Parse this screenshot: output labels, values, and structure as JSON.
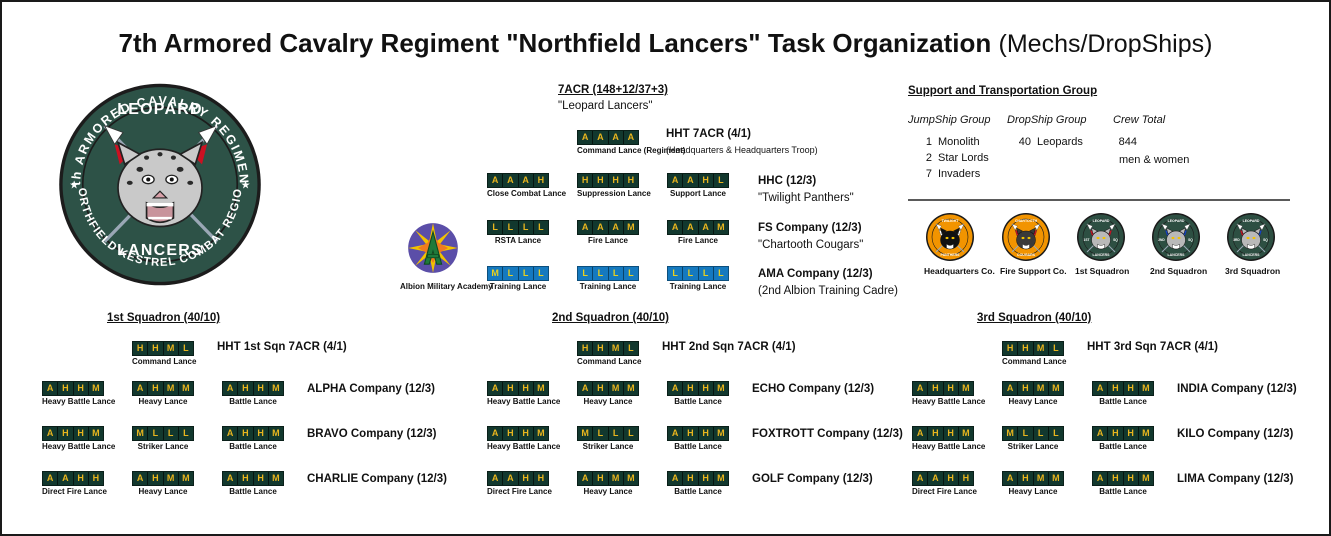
{
  "title": {
    "main": "7th Armored Cavalry Regiment \"Northfield Lancers\" Task Organization",
    "suffix": "(Mechs/DropShips)"
  },
  "emblem": {
    "top_arc": "7th ARMORED CAVALRY REGIMENT",
    "bottom_arc": "NORTHFIELD KESTREL COMBAT REGION",
    "upper_text": "LEOPARD",
    "lower_text": "LANCERS"
  },
  "regiment": {
    "header": "7ACR (148+12/37+3)",
    "nickname": "\"Leopard Lancers\"",
    "command_lance": {
      "letters": [
        "A",
        "A",
        "A",
        "A"
      ],
      "caption": "Command Lance (Regiment)",
      "type": "mech"
    },
    "hht_name": "HHT 7ACR (4/1)",
    "hht_sub": "(Headquarters & Headquarters Troop)",
    "rows": [
      {
        "lances": [
          {
            "letters": [
              "A",
              "A",
              "A",
              "H"
            ],
            "caption": "Close Combat Lance",
            "type": "mech"
          },
          {
            "letters": [
              "H",
              "H",
              "H",
              "H"
            ],
            "caption": "Suppression Lance",
            "type": "mech"
          },
          {
            "letters": [
              "A",
              "A",
              "H",
              "L"
            ],
            "caption": "Support Lance",
            "type": "mech"
          }
        ],
        "unit_name": "HHC (12/3)",
        "unit_sub": "\"Twilight Panthers\""
      },
      {
        "lances": [
          {
            "letters": [
              "L",
              "L",
              "L",
              "L"
            ],
            "caption": "RSTA Lance",
            "type": "mech"
          },
          {
            "letters": [
              "A",
              "A",
              "A",
              "M"
            ],
            "caption": "Fire Lance",
            "type": "mech"
          },
          {
            "letters": [
              "A",
              "A",
              "A",
              "M"
            ],
            "caption": "Fire Lance",
            "type": "mech"
          }
        ],
        "unit_name": "FS Company (12/3)",
        "unit_sub": "\"Chartooth Cougars\""
      },
      {
        "lances": [
          {
            "letters": [
              "M",
              "L",
              "L",
              "L"
            ],
            "caption": "Training Lance",
            "type": "training"
          },
          {
            "letters": [
              "L",
              "L",
              "L",
              "L"
            ],
            "caption": "Training Lance",
            "type": "training"
          },
          {
            "letters": [
              "L",
              "L",
              "L",
              "L"
            ],
            "caption": "Training Lance",
            "type": "training"
          }
        ],
        "unit_name": "AMA Company (12/3)",
        "unit_sub": "(2nd Albion Training Cadre)"
      }
    ]
  },
  "academy": {
    "label": "Albion Military Academy"
  },
  "support": {
    "header": "Support and Transportation Group",
    "columns": [
      {
        "title": "JumpShip Group",
        "rows": [
          {
            "count": "1",
            "name": "Monolith"
          },
          {
            "count": "2",
            "name": "Star Lords"
          },
          {
            "count": "7",
            "name": "Invaders"
          }
        ]
      },
      {
        "title": "DropShip Group",
        "rows": [
          {
            "count": "40",
            "name": "Leopards"
          }
        ]
      },
      {
        "title": "Crew Total",
        "rows": [
          {
            "count": "844",
            "name": "men & women"
          }
        ]
      }
    ]
  },
  "badges": [
    {
      "label": "Headquarters Co.",
      "style": "orange",
      "top": "TWILIGHT",
      "bottom": "PANTHERS",
      "body": "#111111",
      "ring": "#F29400",
      "pennant_left": "#ffffff",
      "pennant_right": "#ffffff"
    },
    {
      "label": "Fire Support Co.",
      "style": "orange",
      "top": "CHARTOOTH",
      "bottom": "COUGARS",
      "body": "#3a3a3a",
      "ring": "#F29400",
      "pennant_left": "#cc1122",
      "pennant_right": "#cc1122"
    },
    {
      "label": "1st Squadron",
      "style": "green",
      "top": "LEOPARD",
      "bottom": "LANCERS",
      "left_tag": "1ST",
      "right_tag": "SQ",
      "body": "#b9b9b9",
      "ring": "#2d4f42",
      "pennant_left": "#cc1122",
      "pennant_right": "#cc1122"
    },
    {
      "label": "2nd Squadron",
      "style": "green",
      "top": "LEOPARD",
      "bottom": "LANCERS",
      "left_tag": "2ND",
      "right_tag": "SQ",
      "body": "#b9b9b9",
      "ring": "#2d4f42",
      "pennant_left": "#1144cc",
      "pennant_right": "#1144cc"
    },
    {
      "label": "3rd Squadron",
      "style": "green",
      "top": "LEOPARD",
      "bottom": "LANCERS",
      "left_tag": "3RD",
      "right_tag": "SQ",
      "body": "#b9b9b9",
      "ring": "#2d4f42",
      "pennant_left": "#cc1122",
      "pennant_right": "#1144cc"
    }
  ],
  "squadrons": [
    {
      "header": "1st Squadron (40/10)",
      "command": {
        "letters": [
          "H",
          "H",
          "M",
          "L"
        ],
        "caption": "Command Lance",
        "type": "mech"
      },
      "hht_name": "HHT 1st Sqn 7ACR (4/1)",
      "rows": [
        {
          "lances": [
            {
              "letters": [
                "A",
                "H",
                "H",
                "M"
              ],
              "caption": "Heavy Battle Lance",
              "type": "mech"
            },
            {
              "letters": [
                "A",
                "H",
                "M",
                "M"
              ],
              "caption": "Heavy Lance",
              "type": "mech"
            },
            {
              "letters": [
                "A",
                "H",
                "H",
                "M"
              ],
              "caption": "Battle Lance",
              "type": "mech"
            }
          ],
          "unit_name": "ALPHA Company (12/3)"
        },
        {
          "lances": [
            {
              "letters": [
                "A",
                "H",
                "H",
                "M"
              ],
              "caption": "Heavy Battle Lance",
              "type": "mech"
            },
            {
              "letters": [
                "M",
                "L",
                "L",
                "L"
              ],
              "caption": "Striker Lance",
              "type": "mech"
            },
            {
              "letters": [
                "A",
                "H",
                "H",
                "M"
              ],
              "caption": "Battle Lance",
              "type": "mech"
            }
          ],
          "unit_name": "BRAVO Company (12/3)"
        },
        {
          "lances": [
            {
              "letters": [
                "A",
                "A",
                "H",
                "H"
              ],
              "caption": "Direct Fire Lance",
              "type": "mech"
            },
            {
              "letters": [
                "A",
                "H",
                "M",
                "M"
              ],
              "caption": "Heavy Lance",
              "type": "mech"
            },
            {
              "letters": [
                "A",
                "H",
                "H",
                "M"
              ],
              "caption": "Battle Lance",
              "type": "mech"
            }
          ],
          "unit_name": "CHARLIE Company (12/3)"
        }
      ]
    },
    {
      "header": "2nd Squadron (40/10)",
      "command": {
        "letters": [
          "H",
          "H",
          "M",
          "L"
        ],
        "caption": "Command Lance",
        "type": "mech"
      },
      "hht_name": "HHT 2nd Sqn 7ACR (4/1)",
      "rows": [
        {
          "lances": [
            {
              "letters": [
                "A",
                "H",
                "H",
                "M"
              ],
              "caption": "Heavy Battle Lance",
              "type": "mech"
            },
            {
              "letters": [
                "A",
                "H",
                "M",
                "M"
              ],
              "caption": "Heavy Lance",
              "type": "mech"
            },
            {
              "letters": [
                "A",
                "H",
                "H",
                "M"
              ],
              "caption": "Battle Lance",
              "type": "mech"
            }
          ],
          "unit_name": "ECHO Company (12/3)"
        },
        {
          "lances": [
            {
              "letters": [
                "A",
                "H",
                "H",
                "M"
              ],
              "caption": "Heavy Battle Lance",
              "type": "mech"
            },
            {
              "letters": [
                "M",
                "L",
                "L",
                "L"
              ],
              "caption": "Striker Lance",
              "type": "mech"
            },
            {
              "letters": [
                "A",
                "H",
                "H",
                "M"
              ],
              "caption": "Battle Lance",
              "type": "mech"
            }
          ],
          "unit_name": "FOXTROTT Company (12/3)"
        },
        {
          "lances": [
            {
              "letters": [
                "A",
                "A",
                "H",
                "H"
              ],
              "caption": "Direct Fire Lance",
              "type": "mech"
            },
            {
              "letters": [
                "A",
                "H",
                "M",
                "M"
              ],
              "caption": "Heavy Lance",
              "type": "mech"
            },
            {
              "letters": [
                "A",
                "H",
                "H",
                "M"
              ],
              "caption": "Battle Lance",
              "type": "mech"
            }
          ],
          "unit_name": "GOLF Company (12/3)"
        }
      ]
    },
    {
      "header": "3rd Squadron (40/10)",
      "command": {
        "letters": [
          "H",
          "H",
          "M",
          "L"
        ],
        "caption": "Command Lance",
        "type": "mech"
      },
      "hht_name": "HHT 3rd Sqn 7ACR (4/1)",
      "rows": [
        {
          "lances": [
            {
              "letters": [
                "A",
                "H",
                "H",
                "M"
              ],
              "caption": "Heavy Battle Lance",
              "type": "mech"
            },
            {
              "letters": [
                "A",
                "H",
                "M",
                "M"
              ],
              "caption": "Heavy Lance",
              "type": "mech"
            },
            {
              "letters": [
                "A",
                "H",
                "H",
                "M"
              ],
              "caption": "Battle Lance",
              "type": "mech"
            }
          ],
          "unit_name": "INDIA Company (12/3)"
        },
        {
          "lances": [
            {
              "letters": [
                "A",
                "H",
                "H",
                "M"
              ],
              "caption": "Heavy Battle Lance",
              "type": "mech"
            },
            {
              "letters": [
                "M",
                "L",
                "L",
                "L"
              ],
              "caption": "Striker Lance",
              "type": "mech"
            },
            {
              "letters": [
                "A",
                "H",
                "H",
                "M"
              ],
              "caption": "Battle Lance",
              "type": "mech"
            }
          ],
          "unit_name": "KILO Company (12/3)"
        },
        {
          "lances": [
            {
              "letters": [
                "A",
                "A",
                "H",
                "H"
              ],
              "caption": "Direct Fire Lance",
              "type": "mech"
            },
            {
              "letters": [
                "A",
                "H",
                "M",
                "M"
              ],
              "caption": "Heavy Lance",
              "type": "mech"
            },
            {
              "letters": [
                "A",
                "H",
                "H",
                "M"
              ],
              "caption": "Battle Lance",
              "type": "mech"
            }
          ],
          "unit_name": "LIMA Company (12/3)"
        }
      ]
    }
  ],
  "colors": {
    "mech_box": "#12382e",
    "mech_letter": "#e8b51e",
    "training_box": "#1579bf",
    "training_letter": "#e8d01e",
    "emblem_green": "#2d5247"
  }
}
